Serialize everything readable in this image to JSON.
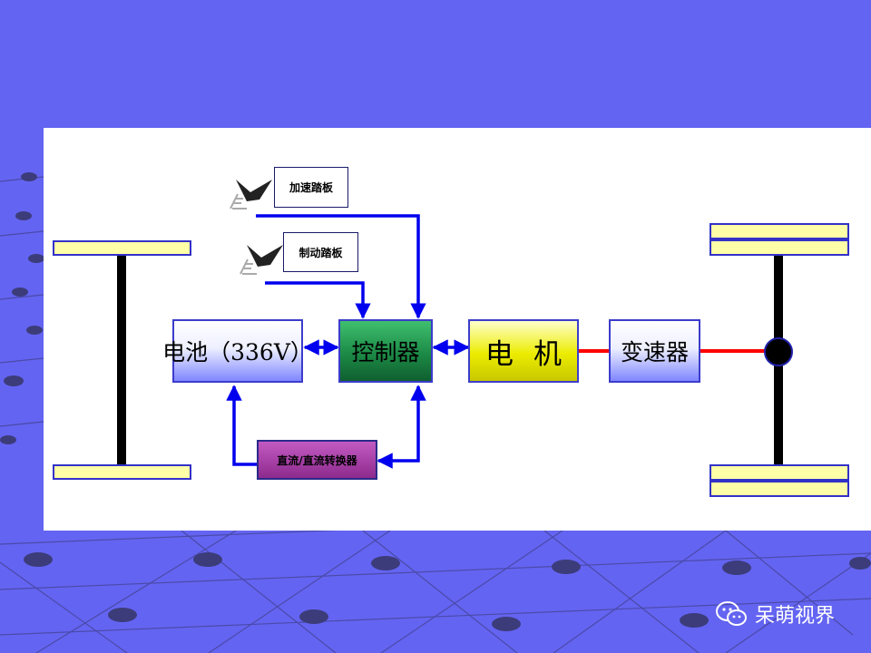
{
  "diagram": {
    "battery": "电池（336V）",
    "controller": "控制器",
    "motor": "电机",
    "transmission": "变速器",
    "accelerator_pedal": "加速踏板",
    "brake_pedal": "制动踏板",
    "dcdc_converter": "直流/直流转换器"
  },
  "watermark": {
    "text": "呆萌视界"
  },
  "colors": {
    "background": "#6464f2",
    "signal_line": "#0000ee",
    "mech_link": "#ff0000",
    "axle": "#000000"
  },
  "icons": [
    "pedal-icon",
    "wechat-icon"
  ]
}
